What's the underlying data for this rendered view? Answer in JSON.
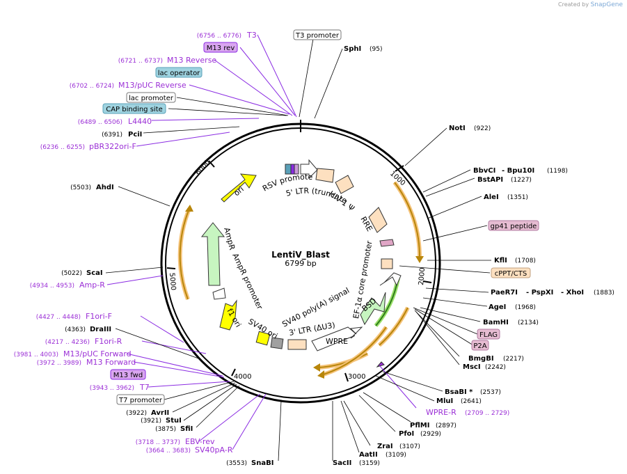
{
  "credit": {
    "prefix": "Created by",
    "brand": "SnapGene"
  },
  "plasmid": {
    "name": "LentiV_Blast",
    "length_label": "6799 bp"
  },
  "colors": {
    "primer": "#9b2fd6",
    "enzyme": "#000000",
    "gray_feature": "#8c8c8c"
  },
  "ticks": [
    "1000",
    "2000",
    "3000",
    "4000",
    "5000",
    "6000"
  ],
  "inner_labels": {
    "rsv_promoter": "RSV promoter",
    "ltr5": "5' LTR (truncated)",
    "hiv_psi": "HIV-1 Ψ",
    "rre": "RRE",
    "ef1a": "EF-1α core promoter",
    "bsd": "BSD",
    "wpre": "WPRE",
    "ltr3": "3' LTR (ΔU3)",
    "sv40_polya": "SV40 poly(A) signal",
    "sv40_ori": "SV40 ori",
    "f1_ori": "f1 ori",
    "ampr_promoter": "AmpR promoter",
    "ampr": "AmpR",
    "ori": "ori"
  },
  "labels": {
    "t3_range": "(6756 .. 6776)",
    "t3": "T3",
    "t3_promoter": "T3 promoter",
    "sphi": "SphI",
    "sphi_pos": "(95)",
    "m13rev_box": "M13 rev",
    "m13reverse_range": "(6721 .. 6737)",
    "m13reverse": "M13 Reverse",
    "lac_operator": "lac operator",
    "m13puc_rev_range": "(6702 .. 6724)",
    "m13puc_rev": "M13/pUC Reverse",
    "lac_promoter": "lac promoter",
    "cap": "CAP binding site",
    "l4440_range": "(6489 .. 6506)",
    "l4440": "L4440",
    "pcii_pos": "(6391)",
    "pcii": "PciI",
    "pbr_range": "(6236 .. 6255)",
    "pbr": "pBR322ori-F",
    "noti": "NotI",
    "noti_pos": "(922)",
    "bbvci": "BbvCI",
    "bpu10i": "- Bpu10I",
    "bbvci_pos": "(1198)",
    "bstapi": "BstAPI",
    "bstapi_pos": "(1227)",
    "alei": "AleI",
    "alei_pos": "(1351)",
    "gp41": "gp41 peptide",
    "kfli": "KflI",
    "kfli_pos": "(1708)",
    "cppt": "cPPT/CTS",
    "paer7i": "PaeR7I",
    "pspxi": "- PspXI",
    "xhoi": "- XhoI",
    "paer7i_pos": "(1883)",
    "agei": "AgeI",
    "agei_pos": "(1968)",
    "bamhi": "BamHI",
    "bamhi_pos": "(2134)",
    "flag": "FLAG",
    "p2a": "P2A",
    "bmgbi": "BmgBI",
    "bmgbi_pos": "(2217)",
    "msci": "MscI",
    "msci_pos": "(2242)",
    "bsabi": "BsaBI *",
    "bsabi_pos": "(2537)",
    "mlui": "MluI",
    "mlui_pos": "(2641)",
    "wpre_r": "WPRE-R",
    "wpre_r_range": "(2709 .. 2729)",
    "pflmi": "PflMI",
    "pflmi_pos": "(2897)",
    "pfoi": "PfoI",
    "pfoi_pos": "(2929)",
    "zrai": "ZraI",
    "zrai_pos": "(3107)",
    "aatii": "AatII",
    "aatii_pos": "(3109)",
    "sacii": "SacII",
    "sacii_pos": "(3159)",
    "snabi_pos": "(3553)",
    "snabi": "SnaBI",
    "sv40pa_range": "(3664 .. 3683)",
    "sv40pa": "SV40pA-R",
    "ebv_range": "(3718 .. 3737)",
    "ebv": "EBV-rev",
    "sfii_pos": "(3875)",
    "sfii": "SfiI",
    "stui_pos": "(3921)",
    "stui": "StuI",
    "avrii_pos": "(3922)",
    "avrii": "AvrII",
    "t7_promoter": "T7 promoter",
    "t7_range": "(3943 .. 3962)",
    "t7": "T7",
    "m13fwd_box": "M13 fwd",
    "m13forward_range": "(3972 .. 3989)",
    "m13forward": "M13 Forward",
    "m13puc_fwd_range": "(3981 .. 4003)",
    "m13puc_fwd": "M13/pUC Forward",
    "f1ori_r_range": "(4217 .. 4236)",
    "f1ori_r": "F1ori-R",
    "draiii_pos": "(4363)",
    "draiii": "DraIII",
    "f1ori_f_range": "(4427 .. 4448)",
    "f1ori_f": "F1ori-F",
    "ampr_primer_range": "(4934 .. 4953)",
    "ampr_primer": "Amp-R",
    "scai_pos": "(5022)",
    "scai": "ScaI",
    "ahdi_pos": "(5503)",
    "ahdi": "AhdI"
  }
}
